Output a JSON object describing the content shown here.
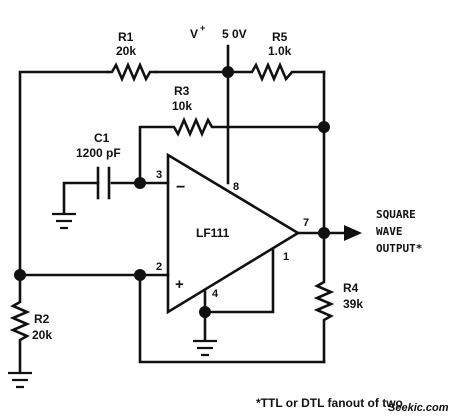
{
  "components": {
    "r1": {
      "ref": "R1",
      "value": "20k"
    },
    "r2": {
      "ref": "R2",
      "value": "20k"
    },
    "r3": {
      "ref": "R3",
      "value": "10k"
    },
    "r4": {
      "ref": "R4",
      "value": "39k"
    },
    "r5": {
      "ref": "R5",
      "value": "1.0k"
    },
    "c1": {
      "ref": "C1",
      "value": "1200 pF"
    },
    "opamp": {
      "ref": "LF111"
    }
  },
  "supply": {
    "symbol": "V",
    "superscript": "+",
    "voltage": "5 0V"
  },
  "pins": {
    "p1": "1",
    "p2": "2",
    "p3": "3",
    "p4": "4",
    "p7": "7",
    "p8": "8",
    "minus": "−",
    "plus": "+"
  },
  "output": {
    "line1": "SQUARE",
    "line2": "WAVE",
    "line3": "OUTPUT*"
  },
  "footnote": "*TTL or DTL fanout of two",
  "watermark": "Seekic.com"
}
